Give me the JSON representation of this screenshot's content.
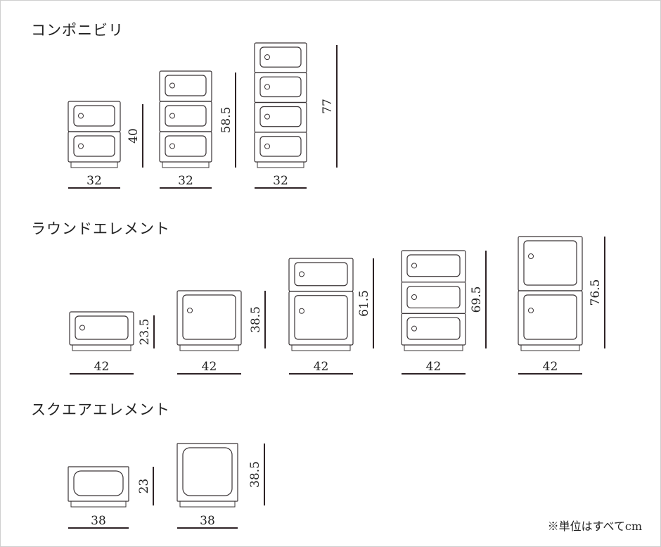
{
  "sections": {
    "componibili": "コンポニビリ",
    "round": "ラウンドエレメント",
    "square": "スクエアエレメント"
  },
  "units_note": "※単位はすべてcm",
  "colors": {
    "line": "#3a3436",
    "dim": "#2e2326"
  },
  "products": [
    {
      "section": "componibili",
      "style": "componibili",
      "doors": 2,
      "width": "32",
      "height": "40"
    },
    {
      "section": "componibili",
      "style": "componibili",
      "doors": 3,
      "width": "32",
      "height": "58.5"
    },
    {
      "section": "componibili",
      "style": "componibili",
      "doors": 4,
      "width": "32",
      "height": "77"
    },
    {
      "section": "round",
      "style": "round",
      "doors": 1,
      "width": "42",
      "height": "23.5"
    },
    {
      "section": "round",
      "style": "round-tall",
      "doors": 1,
      "width": "42",
      "height": "38.5"
    },
    {
      "section": "round",
      "style": "round-mix",
      "doors": 2,
      "width": "42",
      "height": "61.5"
    },
    {
      "section": "round",
      "style": "round",
      "doors": 3,
      "width": "42",
      "height": "69.5"
    },
    {
      "section": "round",
      "style": "round-tall",
      "doors": 2,
      "width": "42",
      "height": "76.5"
    },
    {
      "section": "square",
      "style": "square",
      "doors": 1,
      "width": "38",
      "height": "23"
    },
    {
      "section": "square",
      "style": "square",
      "doors": 1,
      "width": "38",
      "height": "38.5"
    }
  ]
}
